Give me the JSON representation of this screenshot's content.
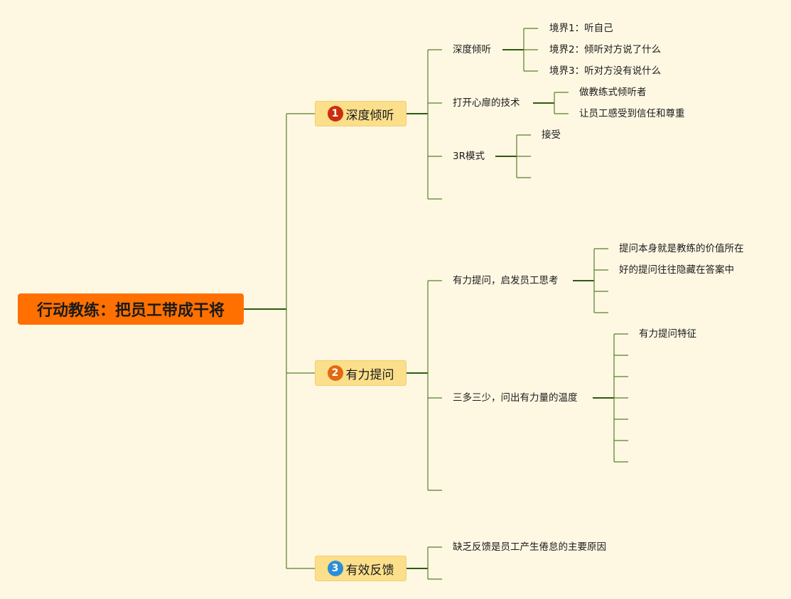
{
  "root": {
    "label": "行动教练：把员工带成干将",
    "color": "#ff7000"
  },
  "branches": [
    {
      "number": "1",
      "label": "深度倾听",
      "badge_color": "#cc2d0e",
      "children": [
        {
          "label": "深度倾听",
          "children": [
            "境界1：听自己",
            "境界2：倾听对方说了什么",
            "境界3：听对方没有说什么"
          ]
        },
        {
          "label": "打开心扉的技术",
          "children": [
            "做教练式倾听者",
            "让员工感受到信任和尊重"
          ]
        },
        {
          "label": "3R模式",
          "children": [
            "接受",
            "",
            ""
          ]
        },
        {
          "label": "",
          "children": []
        }
      ]
    },
    {
      "number": "2",
      "label": "有力提问",
      "badge_color": "#e36a12",
      "children": [
        {
          "label": "有力提问，启发员工思考",
          "children": [
            "提问本身就是教练的价值所在",
            "好的提问往往隐藏在答案中",
            "",
            ""
          ]
        },
        {
          "label": "三多三少，问出有力量的温度",
          "children": [
            "有力提问特征",
            "",
            "",
            "",
            "",
            "",
            ""
          ]
        },
        {
          "label": "",
          "children": []
        }
      ]
    },
    {
      "number": "3",
      "label": "有效反馈",
      "badge_color": "#2a8fd6",
      "children": [
        {
          "label": "缺乏反馈是员工产生倦怠的主要原因",
          "children": []
        },
        {
          "label": "",
          "children": []
        }
      ]
    }
  ]
}
